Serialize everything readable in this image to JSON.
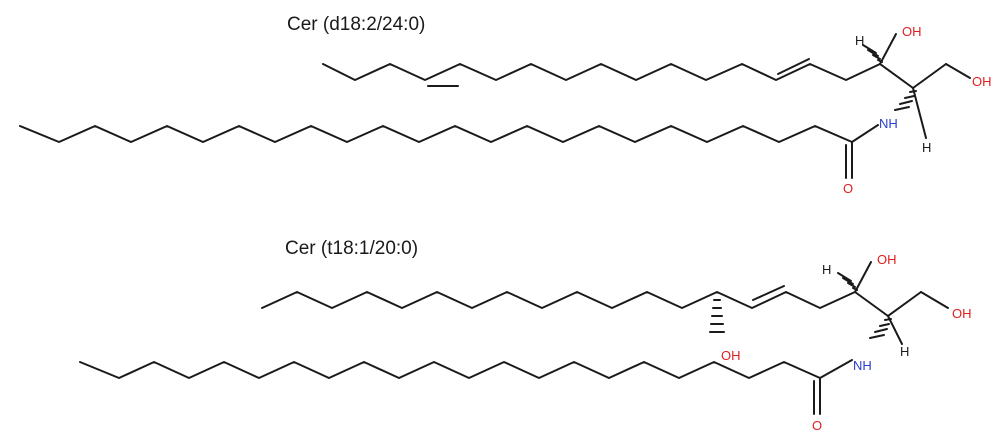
{
  "molecules": [
    {
      "title": "Cer (d18:2/24:0)",
      "labels": {
        "oh_top": "OH",
        "oh_end": "OH",
        "nh": "NH",
        "o_carbonyl": "O",
        "h_top": "H",
        "h_bottom": "H"
      }
    },
    {
      "title": "Cer (t18:1/20:0)",
      "labels": {
        "oh_top": "OH",
        "oh_end": "OH",
        "oh_chain": "OH",
        "nh": "NH",
        "o_carbonyl": "O",
        "h_top": "H",
        "h_bottom": "H"
      }
    }
  ],
  "colors": {
    "bond": "#1a1a1a",
    "oxygen": "#e02020",
    "nitrogen": "#2a3fc9"
  }
}
